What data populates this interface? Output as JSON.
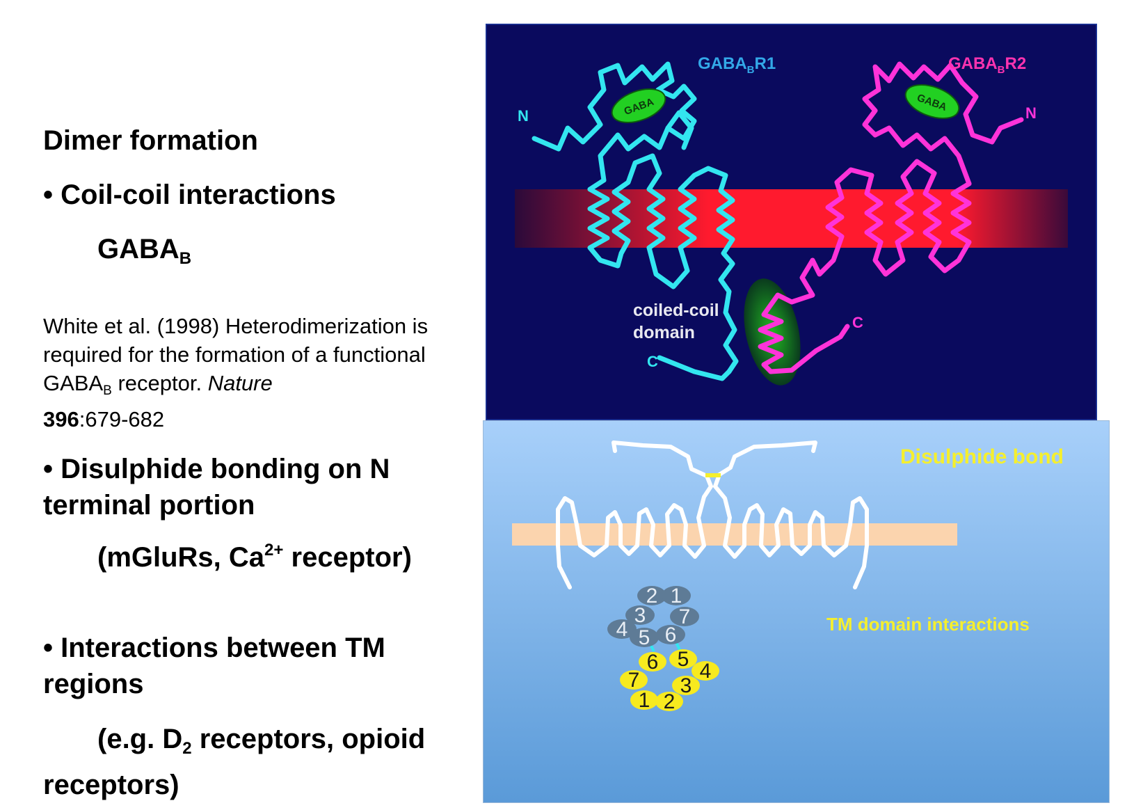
{
  "heading": "Dimer formation",
  "bullet_coil": "• Coil-coil interactions",
  "gaba_main": "GABA",
  "gaba_sub": "B",
  "citation": {
    "line1": "White et al. (1998) Heterodimerization is required for the formation of a functional GABA",
    "sub": "B",
    "line2": " receptor. ",
    "journal": "Nature",
    "volume": "396",
    "pages": ":679-682"
  },
  "bullet_disulphide": "• Disulphide bonding on N terminal portion",
  "disulphide_examples": {
    "pre": "(mGluRs, Ca",
    "sup": "2+",
    "post": " receptor)"
  },
  "bullet_tm": "• Interactions between TM regions",
  "tm_examples": {
    "pre": "(e.g. D",
    "sub": "2",
    "post": " receptors, opioid receptors)"
  },
  "top_panel": {
    "r1_label": {
      "main": "GABA",
      "sub": "B",
      "suffix": "R1"
    },
    "r2_label": {
      "main": "GABA",
      "sub": "B",
      "suffix": "R2"
    },
    "ligand": "GABA",
    "n_terminal": "N",
    "c_terminal": "C",
    "coiled_coil_line1": "coiled-coil",
    "coiled_coil_line2": "domain"
  },
  "bottom_panel": {
    "disulphide_label": "Disulphide bond",
    "tm_label": "TM domain interactions",
    "helices_grey": [
      "2",
      "1",
      "3",
      "7",
      "4",
      "5",
      "6"
    ],
    "helices_yellow": [
      "6",
      "5",
      "4",
      "7",
      "3",
      "1",
      "2"
    ]
  },
  "colors": {
    "top_bg": "#0a0a5e",
    "r1": "#33e6f0",
    "r2": "#ff33d9",
    "membrane_red": "#ff1a2e",
    "gaba_green": "#22d022",
    "label_yellow": "#f5ef2e",
    "grey_helix": "#5e7b96",
    "yellow_helix": "#f7ea1f"
  }
}
